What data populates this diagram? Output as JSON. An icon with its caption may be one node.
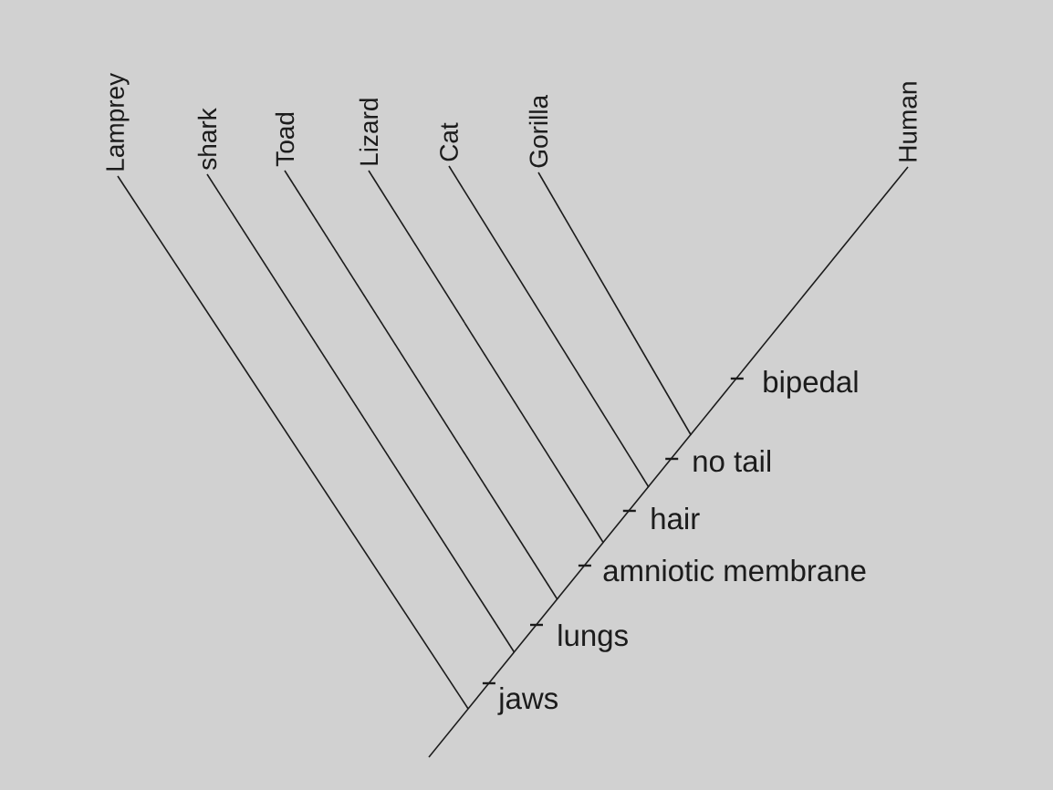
{
  "diagram": {
    "nodes": [
      {
        "text": [
          "Lamprey"
        ]
      },
      {
        "text": [
          "shark"
        ]
      },
      {
        "text": [
          "Toad"
        ]
      },
      {
        "text": [
          "Lizard"
        ]
      },
      {
        "text": [
          "Cat"
        ]
      },
      {
        "text": [
          "Gorilla"
        ]
      },
      {
        "text": [
          "Human"
        ]
      }
    ],
    "edges": [
      {
        "from": null,
        "to": 0,
        "arrow": "none"
      },
      {
        "from": null,
        "to": 1,
        "arrow": "none"
      },
      {
        "from": null,
        "to": 2,
        "arrow": "none"
      },
      {
        "from": null,
        "to": 3,
        "arrow": "none"
      },
      {
        "from": null,
        "to": 4,
        "arrow": "none"
      },
      {
        "from": null,
        "to": 5,
        "arrow": "none"
      },
      {
        "from": null,
        "to": 6,
        "arrow": "none"
      }
    ],
    "labels": [
      "bipedal",
      "no tail",
      "hair",
      "amniotic membrane",
      "lungs",
      "jaws"
    ]
  }
}
